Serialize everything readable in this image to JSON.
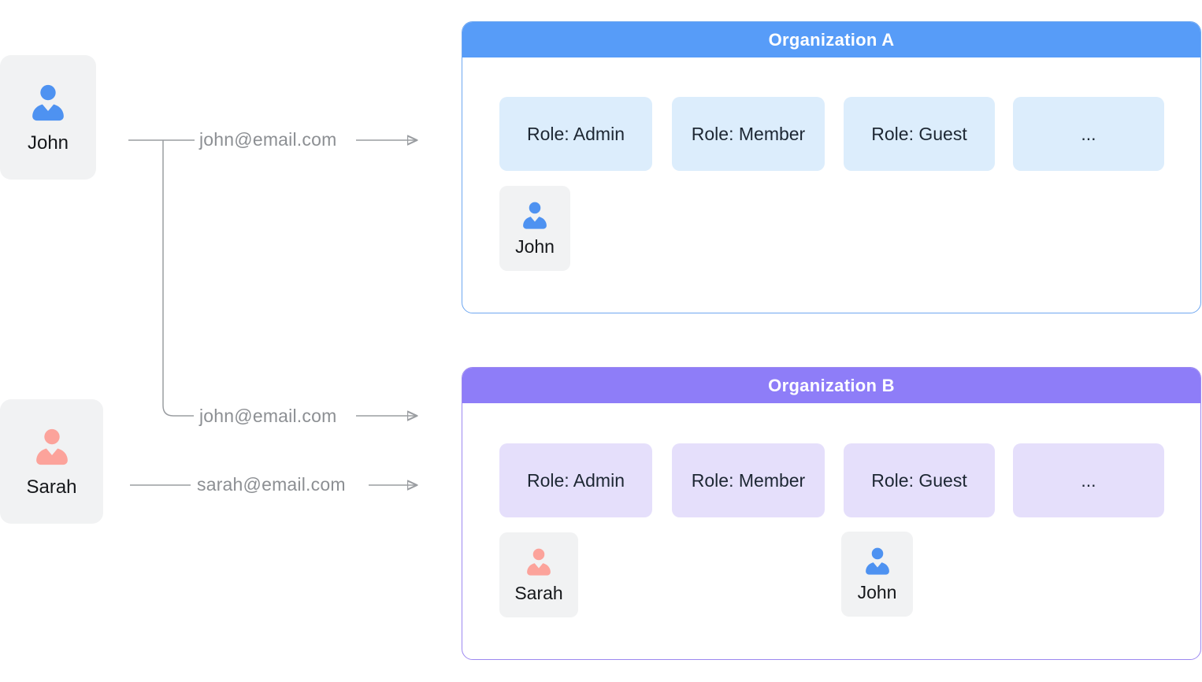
{
  "users": [
    {
      "name": "John",
      "icon": "person-icon",
      "icon_color": "#4E92F1"
    },
    {
      "name": "Sarah",
      "icon": "person-icon",
      "icon_color": "#FCA39B"
    }
  ],
  "connections": [
    {
      "from": "John",
      "label": "john@email.com",
      "to": "Organization A"
    },
    {
      "from": "John",
      "label": "john@email.com",
      "to": "Organization B"
    },
    {
      "from": "Sarah",
      "label": "sarah@email.com",
      "to": "Organization B"
    }
  ],
  "organizations": [
    {
      "name": "Organization A",
      "header_color": "#579CF8",
      "border_color": "#6EA7F1",
      "role_chip_color": "#DCEDFC",
      "roles": [
        "Role: Admin",
        "Role: Member",
        "Role: Guest",
        "..."
      ],
      "members": [
        {
          "name": "John",
          "icon_color": "#4E92F1",
          "under_role": "Role: Admin"
        }
      ]
    },
    {
      "name": "Organization B",
      "header_color": "#8E7DF8",
      "border_color": "#9C88F0",
      "role_chip_color": "#E5DFFB",
      "roles": [
        "Role: Admin",
        "Role: Member",
        "Role: Guest",
        "..."
      ],
      "members": [
        {
          "name": "Sarah",
          "icon_color": "#FCA39B",
          "under_role": "Role: Admin"
        },
        {
          "name": "John",
          "icon_color": "#4E92F1",
          "under_role": "Role: Guest"
        }
      ]
    }
  ],
  "colors": {
    "line_gray": "#9A9DA1",
    "email_text": "#8C8F93",
    "card_gray": "#F1F2F3",
    "dark_text": "#15171A"
  }
}
